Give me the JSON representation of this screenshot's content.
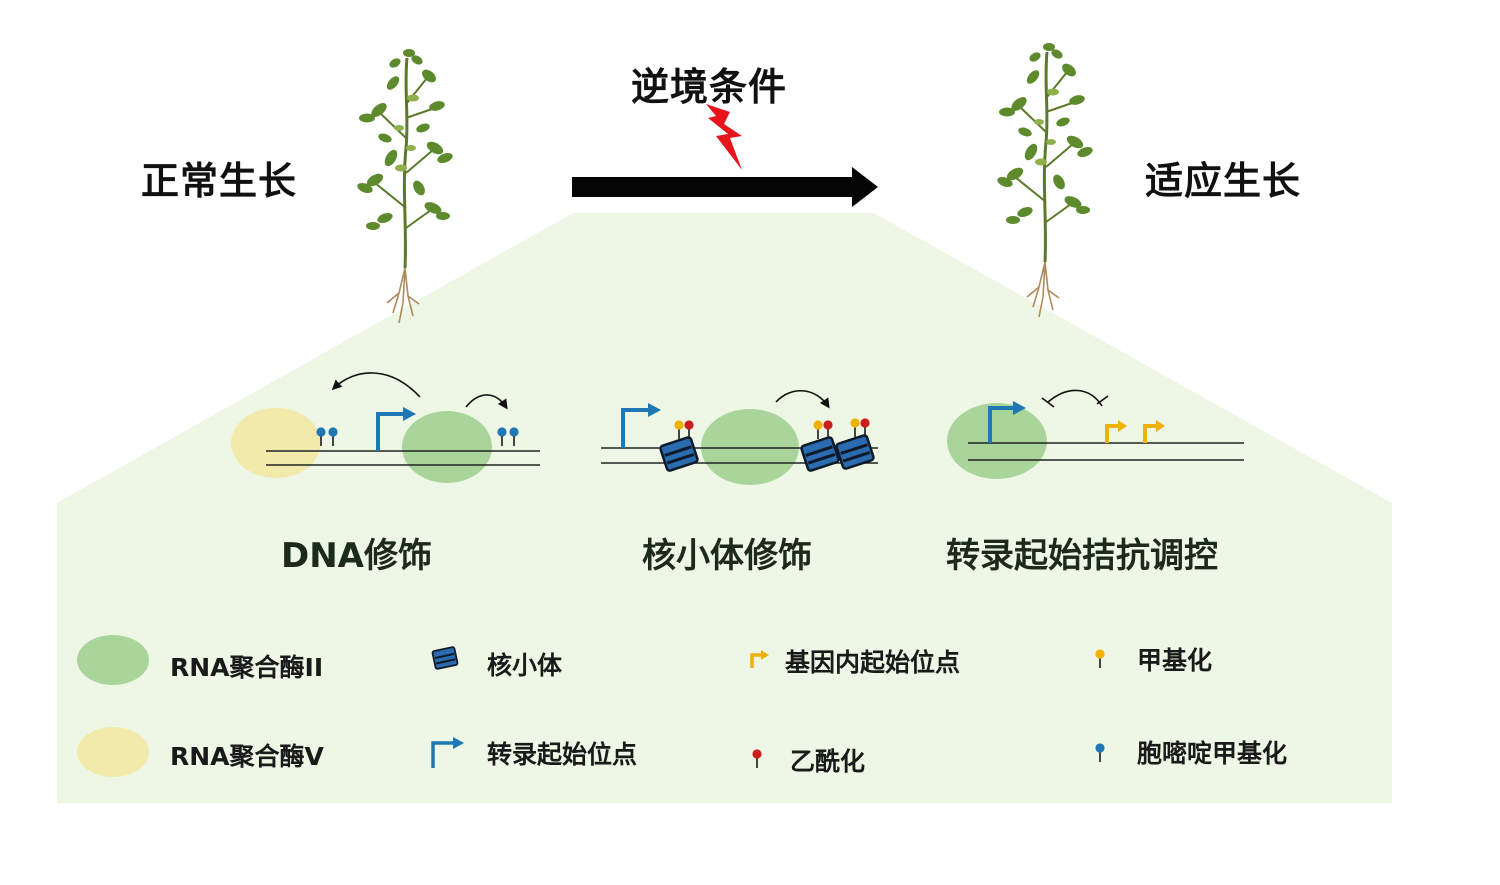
{
  "header": {
    "left_label": "正常生长",
    "stress_label": "逆境条件",
    "right_label": "适应生长"
  },
  "sections": [
    {
      "label": "DNA修饰"
    },
    {
      "label": "核小体修饰"
    },
    {
      "label": "转录起始拮抗调控"
    }
  ],
  "legend": [
    {
      "label": "RNA聚合酶II",
      "icon": "rna-polymerase-ii-ellipse"
    },
    {
      "label": "RNA聚合酶V",
      "icon": "rna-polymerase-v-ellipse"
    },
    {
      "label": "核小体",
      "icon": "nucleosome-icon"
    },
    {
      "label": "转录起始位点",
      "icon": "transcription-start-site-arrow"
    },
    {
      "label": "基因内起始位点",
      "icon": "intragenic-start-site-arrow"
    },
    {
      "label": "乙酰化",
      "icon": "acetylation-pin"
    },
    {
      "label": "甲基化",
      "icon": "methylation-pin"
    },
    {
      "label": "胞嘧啶甲基化",
      "icon": "cytosine-methylation-pin"
    }
  ],
  "colors": {
    "panel_bg": "#eef7e6",
    "pol2": "#a9d59b",
    "pol5": "#f2eaab",
    "tss_blue": "#1f78b4",
    "intragenic_yellow": "#f0b100",
    "acetyl_red": "#cc1e1e",
    "methyl_yellow": "#f0b100",
    "cmethyl_blue": "#1f78b4",
    "nucleosome_blue": "#2b6cb0",
    "lightning_red": "#e8141b"
  }
}
